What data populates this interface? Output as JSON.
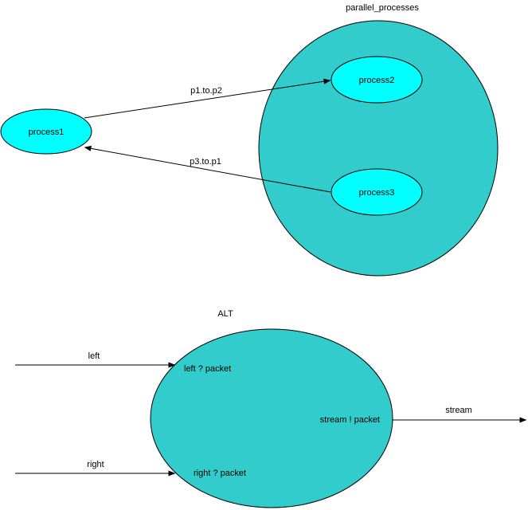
{
  "colors": {
    "background": "#FFFFFF",
    "group_fill": "#33CCCC",
    "node_fill": "#00FFFF",
    "stroke": "#000000",
    "text": "#000000"
  },
  "top_diagram": {
    "title": "parallel_processes",
    "nodes": {
      "process1": "process1",
      "process2": "process2",
      "process3": "process3"
    },
    "channels": {
      "p1_to_p2": "p1.to.p2",
      "p3_to_p1": "p3.to.p1"
    }
  },
  "bottom_diagram": {
    "title": "ALT",
    "external_channels": {
      "left": "left",
      "right": "right",
      "stream": "stream"
    },
    "guards": {
      "left_input": "left ? packet",
      "right_input": "right ? packet",
      "stream_output": "stream ! packet"
    }
  }
}
